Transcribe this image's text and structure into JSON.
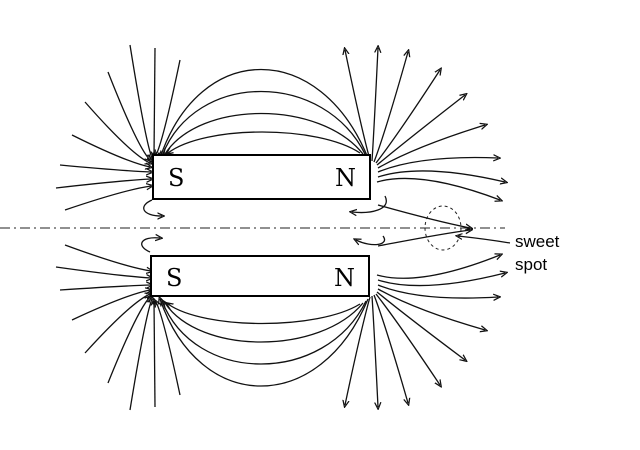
{
  "magnets": {
    "top": {
      "left_pole": "S",
      "right_pole": "N"
    },
    "bottom": {
      "left_pole": "S",
      "right_pole": "N"
    }
  },
  "annotation": {
    "line1": "sweet",
    "line2": "spot"
  },
  "colors": {
    "ink": "#111111",
    "background": "#ffffff"
  }
}
